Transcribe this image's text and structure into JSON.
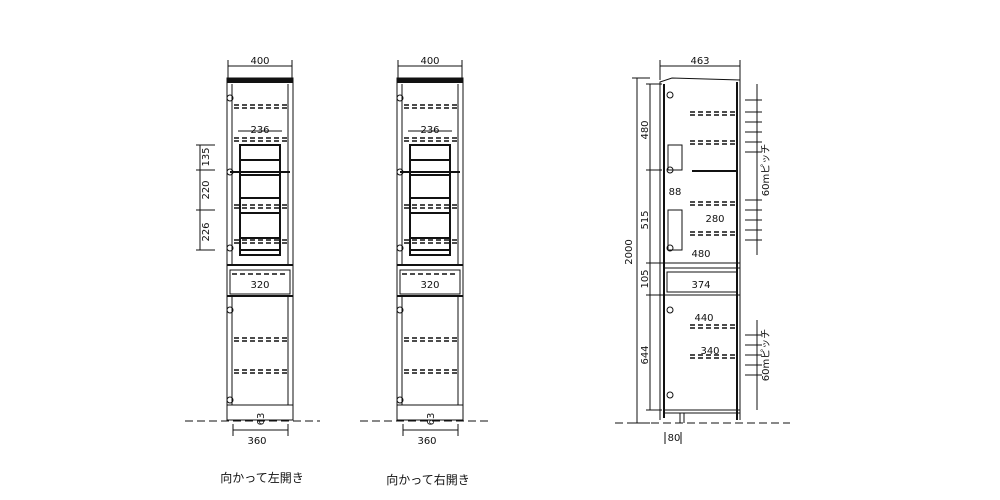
{
  "front_left": {
    "width_top": "400",
    "width_bottom": "360",
    "rack_width": "236",
    "dim_135": "135",
    "dim_220": "220",
    "dim_226": "226",
    "drawer_width": "320",
    "plinth": "63",
    "caption": "向かって左開き"
  },
  "front_right": {
    "width_top": "400",
    "width_bottom": "360",
    "rack_width": "236",
    "drawer_width": "320",
    "plinth": "63",
    "caption": "向かって右開き"
  },
  "side": {
    "depth": "463",
    "height_total": "2000",
    "dim_480": "480",
    "dim_515": "515",
    "dim_105": "105",
    "dim_644": "644",
    "dim_88": "88",
    "dim_280": "280",
    "dim_480_inner": "480",
    "dim_374": "374",
    "dim_440": "440",
    "dim_340": "340",
    "dim_80": "80",
    "pitch_upper": "60mピッチ",
    "pitch_lower": "60mピッチ"
  }
}
